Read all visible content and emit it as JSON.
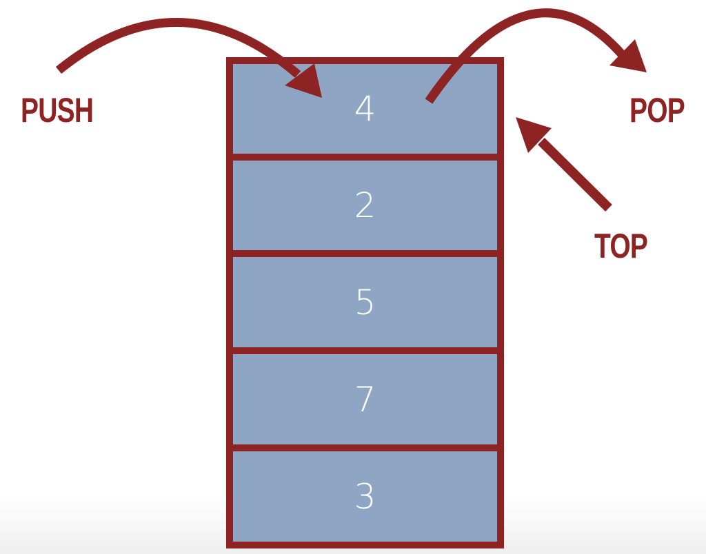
{
  "labels": {
    "push": "PUSH",
    "pop": "POP",
    "top": "TOP"
  },
  "stack": {
    "items": [
      "4",
      "2",
      "5",
      "7",
      "3"
    ]
  },
  "colors": {
    "accent": "#8e2323",
    "cell": "#8fa5c4",
    "text": "#ffffff"
  }
}
